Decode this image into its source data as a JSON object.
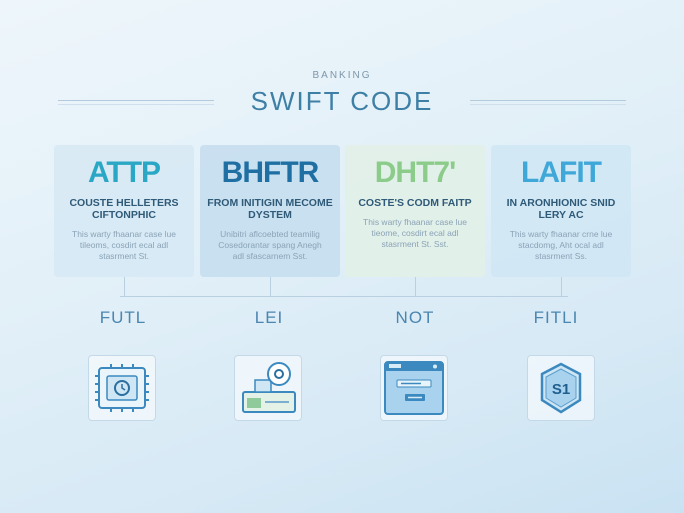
{
  "header": {
    "subtitle": "BANKING",
    "title": "SWIFT CODE"
  },
  "cards": [
    {
      "title": "ATTP",
      "subtitle": "COUSTE HELLETERS CIFTONPHIC",
      "body": "This warty fhaanar case lue tileoms, cosdirt ecal adl stasrment St.",
      "color": "#2aa7c4"
    },
    {
      "title": "BHFTR",
      "subtitle": "FROM INITIGIN MECOME DYSTEM",
      "body": "Unibitri aflcoebted teamilig Cosedorantar spang Anegh adl sfascarnem Sst.",
      "color": "#1f6fa3"
    },
    {
      "title": "DHT7'",
      "subtitle": "COSTE'S CODM FAITP",
      "body": "This warty fhaanar case lue tieome, cosdirt ecal adl stasrment St. Sst.",
      "color": "#8ccc8a"
    },
    {
      "title": "LAFIT",
      "subtitle": "IN ARONHIONIC SNID LERY AC",
      "body": "This warty fhaanar crne lue stacdomg, Aht ocal adl stasrment Ss.",
      "color": "#3fa8d8"
    }
  ],
  "stages": [
    {
      "label": "FUTL",
      "icon": "server-chip-icon"
    },
    {
      "label": "LEI",
      "icon": "terminal-monitor-icon"
    },
    {
      "label": "NOT",
      "icon": "browser-window-icon"
    },
    {
      "label": "FITLI",
      "icon": "shield-badge-icon",
      "badge_text": "S1"
    }
  ]
}
